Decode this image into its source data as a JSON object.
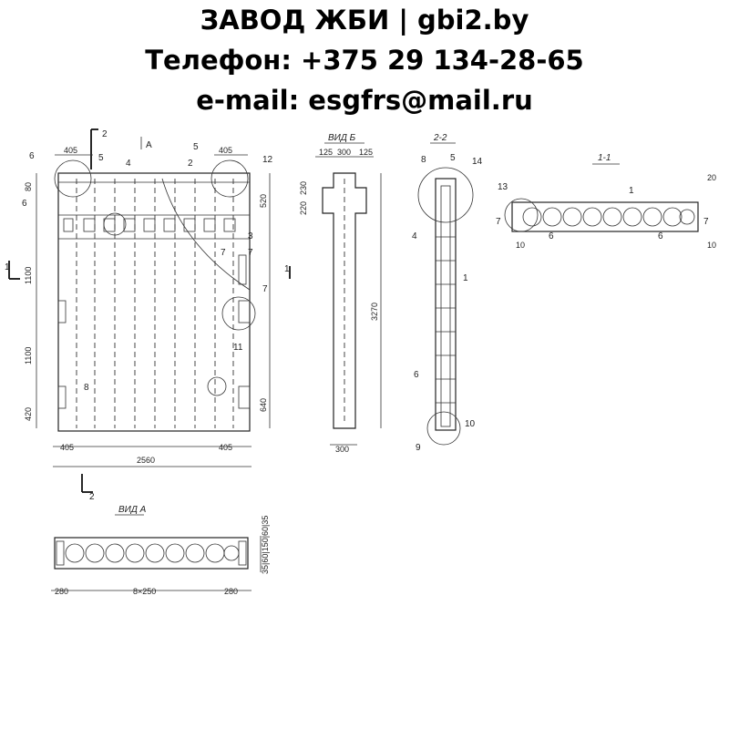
{
  "header": {
    "line1": "ЗАВОД ЖБИ | gbi2.by",
    "line2": "Телефон: +375 29 134-28-65",
    "line3": "e-mail: esgfrs@mail.ru"
  },
  "views": {
    "front_marks": {
      "section2": "2",
      "arrowA": "A",
      "section1": "1"
    },
    "view_b_title": "ВИД Б",
    "section22_title": "2-2",
    "section11_title": "1-1",
    "view_a_title": "ВИД А"
  },
  "front": {
    "dim_top_left": "405",
    "dim_top_right": "405",
    "dim_left_1100a": "1100",
    "dim_left_1100b": "1100",
    "dim_left_80": "80",
    "dim_left_420": "420",
    "dim_right_520": "520",
    "dim_right_640": "640",
    "dim_bot_405l": "405",
    "dim_bot_405r": "405",
    "dim_bot_total": "2560",
    "pos_6a": "6",
    "pos_6b": "6",
    "pos_5a": "5",
    "pos_4": "4",
    "pos_5b": "5",
    "pos_2": "2",
    "pos_12": "12",
    "pos_3": "3",
    "pos_7a": "7",
    "pos_7b": "7",
    "pos_7c": "7",
    "pos_11": "11",
    "pos_8": "8",
    "pos_bot_2": "2"
  },
  "view_b": {
    "dim_125a": "125",
    "dim_300": "300",
    "dim_125b": "125",
    "dim_230": "230",
    "dim_220": "220",
    "dim_3270": "3270",
    "dim_bot_300": "300"
  },
  "sec22": {
    "pos_8": "8",
    "pos_5": "5",
    "pos_14": "14",
    "pos_4": "4",
    "pos_1": "1",
    "pos_6": "6",
    "pos_10": "10",
    "pos_9": "9"
  },
  "sec11": {
    "pos_13": "13",
    "pos_1": "1",
    "pos_7a": "7",
    "pos_7b": "7",
    "pos_20": "20",
    "pos_10a": "10",
    "pos_10b": "10",
    "pos_6a": "6",
    "pos_6b": "6"
  },
  "view_a": {
    "dim_280l": "280",
    "dim_8x250": "8×250",
    "dim_280r": "280",
    "dim_vert": "35|60|150|60|35"
  }
}
